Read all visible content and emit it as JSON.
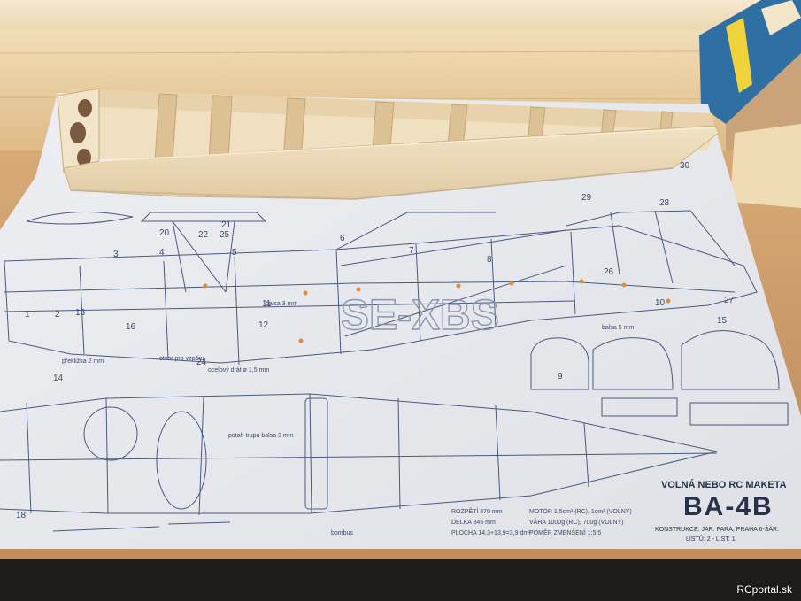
{
  "photo": {
    "description_tag": "balsa-fuselage-on-plan",
    "watermark": "RCportal.sk"
  },
  "plan": {
    "header_line": "VOLNÁ NEBO RC MAKETA",
    "model_name": "BA-4B",
    "construction_line": "KONSTRUKCE: JAR. FARA, PRAHA 6-ŠÁR.",
    "sheet_line": "LISTŮ: 2 - LIST: 1",
    "registration": "SE-XBS",
    "specs": {
      "rozpeti": "ROZPĚTÍ 870 mm",
      "delka": "DÉLKA 845 mm",
      "plocha": "PLOCHA 14,3+13,9=3,9 dm²",
      "motor": "MOTOR 1,5cm³ (RC), 1cm³ (VOLNÝ)",
      "vaha": "VÁHA 1000g (RC), 700g (VOLNÝ)",
      "pomer": "POMĚR ZMENŠENÍ 1:5,5"
    },
    "part_numbers": [
      "1",
      "2",
      "3",
      "4",
      "5",
      "6",
      "7",
      "8",
      "9",
      "10",
      "11",
      "12",
      "13",
      "14",
      "15",
      "16",
      "18",
      "20",
      "21",
      "22",
      "24",
      "25",
      "26",
      "27",
      "28",
      "29",
      "30"
    ],
    "labels": {
      "balsa_3mm": "balsa 3 mm",
      "balsa_5mm": "balsa 5 mm",
      "ocelovy_drat": "ocelový drát ø 1,5 mm",
      "otvor": "otvor pro vzpěru",
      "potah_trupu": "potah trupu balsa 3 mm",
      "bombus": "bombus",
      "preklizka": "překližka 2 mm"
    }
  },
  "colors": {
    "wall": "#f3e2c7",
    "shelf": "#e8c99a",
    "paper": "#e7e8ec",
    "ink": "#3b4a6a",
    "balsa": "#ead7b6",
    "table": "#c99b68"
  }
}
